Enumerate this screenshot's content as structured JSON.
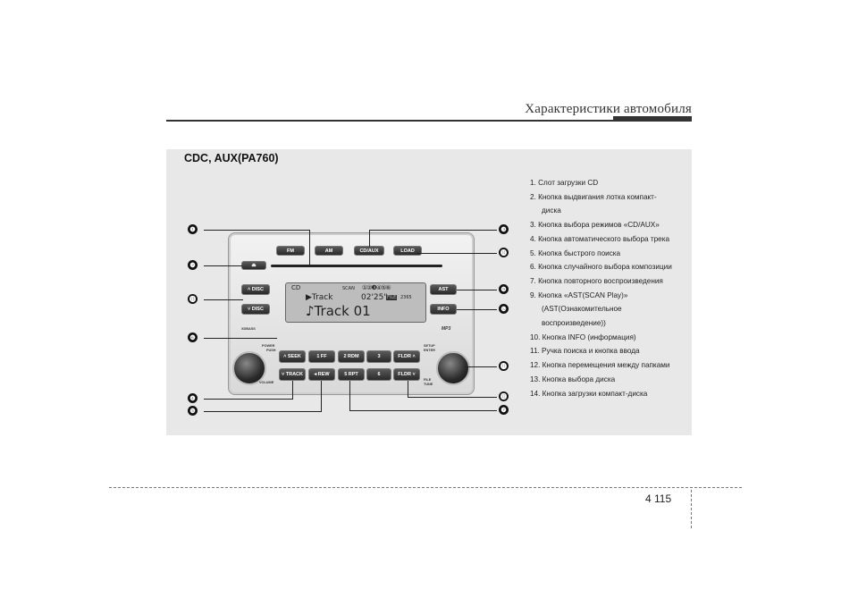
{
  "header": {
    "title": "Характеристики автомобиля"
  },
  "panel": {
    "title": "CDC, AUX(PA760)",
    "legend": [
      "1. Слот загрузки CD",
      "2. Кнопка выдвигания лотка компакт-",
      "диска",
      "3. Кнопка выбора режимов «CD/AUX»",
      "4. Кнопка автоматического выбора трека",
      "5. Кнопка быстрого поиска",
      "6. Кнопка случайного выбора композиции",
      "7. Кнопка повторного воспроизведения",
      "9. Кнопка «AST(SCAN Play)»",
      "(AST(Ознакомительное",
      "воспроизведение))",
      "10. Кнопка INFO (информация)",
      "11. Ручка поиска и кнопка ввода",
      "12. Кнопка перемещения между папками",
      "13. Кнопка выбора диска",
      "14. Кнопка загрузки компакт-диска"
    ]
  },
  "radio": {
    "buttons": {
      "fm": "FM",
      "am": "AM",
      "cdaux": "CD/AUX",
      "load": "LOAD",
      "eject": "⏏",
      "disc_up": "˄ DISC",
      "disc_down": "˅ DISC",
      "ast": "AST",
      "info": "INFO",
      "seek": "˄ SEEK",
      "track": "˅ TRACK",
      "ff": "1  FF",
      "rew": "◂ REW",
      "rdm": "2 RDM",
      "rpt": "5 RPT",
      "three": "3",
      "six": "6",
      "fldr_up": "FLDR ˄",
      "fldr_down": "FLDR ˅"
    },
    "labels": {
      "power": "POWER",
      "push": "PUSH",
      "volume": "VOLUME",
      "setup": "SETUP",
      "enter": "ENTER",
      "file": "FILE",
      "tune": "TUNE",
      "xdbass": "XDBASS",
      "mp3": "MP3"
    },
    "display": {
      "mode": "CD",
      "scan": "SCAN",
      "discs": "①②❸④⑤⑥",
      "track_label": "▶Track",
      "time": "02'25\"",
      "file_badge": "FILE",
      "file_num": "2365",
      "track_big": "♪Track 01"
    }
  },
  "callouts": [
    "❶",
    "❷",
    "❸",
    "❹",
    "❺",
    "❻",
    "❼",
    "⓫",
    "⓬",
    "⓭",
    "⓮",
    "❾",
    "❿"
  ],
  "footer": {
    "page": "4 115"
  }
}
